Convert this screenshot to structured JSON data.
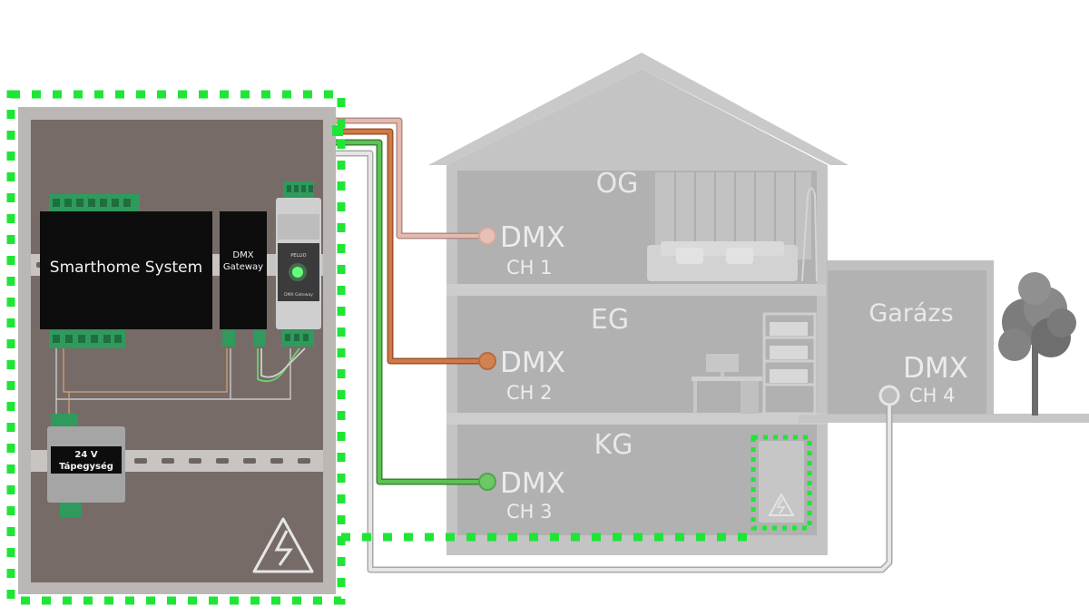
{
  "colors": {
    "background": "#ffffff",
    "cabinet_frame": "#b9b5b2",
    "cabinet_panel": "#756a66",
    "house_wall": "#c6c6c6",
    "house_room": "#b2b2b2",
    "house_floor": "#c8c8c8",
    "module_black": "#0d0d0d",
    "terminal_green": "#2f9a5c",
    "dotted_green": "#19e830",
    "wire_ch1": "#e7b8ae",
    "wire_ch2": "#c8733f",
    "wire_ch3": "#58b64d",
    "wire_ch4": "#dcdcdc",
    "label_light": "#e9e9e9"
  },
  "cabinet": {
    "smarthome_label": "Smarthome System",
    "gateway_label_line1": "DMX",
    "gateway_label_line2": "Gateway",
    "psu_label_line1": "24 V",
    "psu_label_line2": "Tápegység",
    "device_brand": "PELLIO",
    "device_model": "DMX Gateway"
  },
  "house": {
    "floor_og": "OG",
    "floor_eg": "EG",
    "floor_kg": "KG",
    "garage": "Garázs"
  },
  "dmx_outputs": [
    {
      "label": "DMX",
      "channel": "CH 1",
      "wire": "pink"
    },
    {
      "label": "DMX",
      "channel": "CH 2",
      "wire": "orange"
    },
    {
      "label": "DMX",
      "channel": "CH 3",
      "wire": "green"
    },
    {
      "label": "DMX",
      "channel": "CH 4",
      "wire": "white"
    }
  ],
  "icons": {
    "cabinet_warning": "high-voltage-warning-icon",
    "basement_warning": "high-voltage-warning-icon",
    "tree": "tree-icon",
    "sofa": "sofa-icon",
    "desk": "desk-icon",
    "shelf": "bookshelf-icon"
  }
}
